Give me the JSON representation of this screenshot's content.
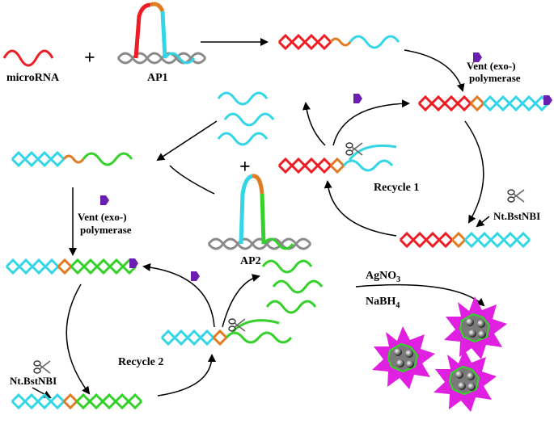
{
  "labels": {
    "microrna": "microRNA",
    "plus": "+",
    "ap1": "AP1",
    "ap2": "AP2",
    "vent_line1": "Vent (exo-)",
    "vent_line2": "polymerase",
    "recycle1": "Recycle 1",
    "recycle2": "Recycle 2",
    "nicking_enzyme": "Nt.BstNBI",
    "reagent1_base": "AgNO",
    "reagent1_sub": "3",
    "reagent2_base": "NaBH",
    "reagent2_sub": "4"
  },
  "colors": {
    "red": "#ee1c24",
    "cyan": "#33d6e6",
    "orange": "#e07b22",
    "green": "#34d12a",
    "gray": "#8a8a8a",
    "purple": "#6a1fb0",
    "magenta": "#e020e0",
    "black": "#000000"
  },
  "icons": [
    "polymerase-icon",
    "scissors-icon",
    "silver-nanocluster-icon"
  ]
}
